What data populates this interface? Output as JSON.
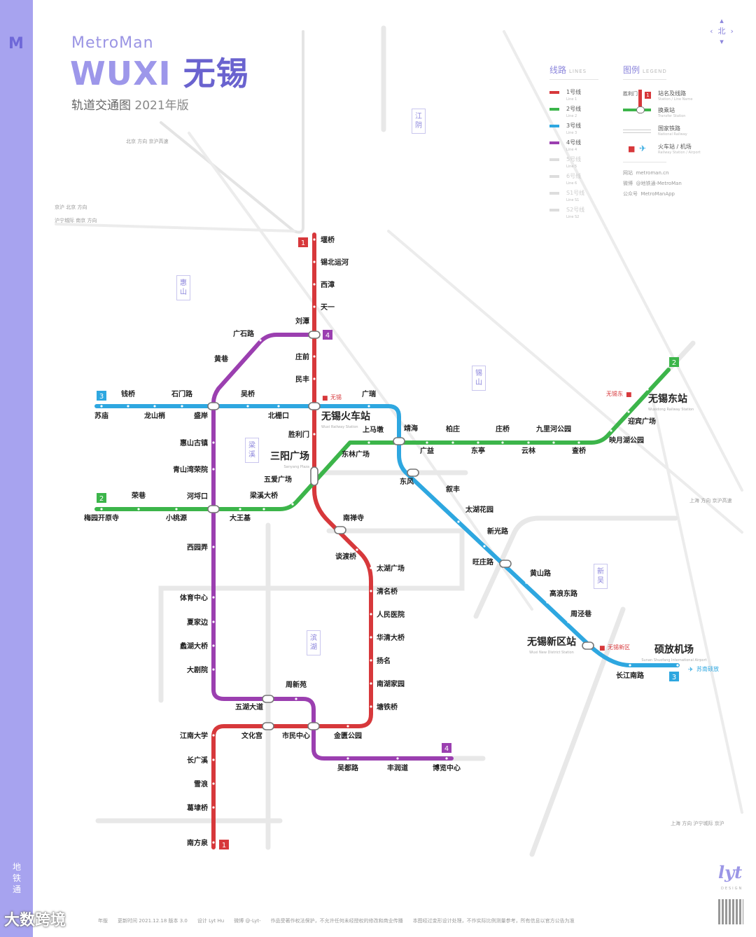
{
  "header": {
    "brand": "MetroMan",
    "title_en": "WUXI",
    "title_cn": "无锡",
    "subtitle": "轨道交通图",
    "edition": "2021年版"
  },
  "sidebar": {
    "logo": "M",
    "text": "地铁通"
  },
  "compass": {
    "label": "北",
    "icon": "compass-arrows-icon"
  },
  "legend": {
    "lines_title": "线路",
    "lines_title_en": "LINES",
    "legend_title": "图例",
    "legend_title_en": "LEGEND",
    "lines": [
      {
        "name": "1号线",
        "en": "Line 1",
        "color": "#d7383b"
      },
      {
        "name": "2号线",
        "en": "Line 2",
        "color": "#3cb54a"
      },
      {
        "name": "3号线",
        "en": "Line 3",
        "color": "#2ea7e0"
      },
      {
        "name": "4号线",
        "en": "Line 4",
        "color": "#9b3fb0"
      },
      {
        "name": "5号线",
        "en": "Line 5",
        "color": "#dddddd"
      },
      {
        "name": "6号线",
        "en": "Line 6",
        "color": "#dddddd"
      },
      {
        "name": "S1号线",
        "en": "Line S1",
        "color": "#dddddd"
      },
      {
        "name": "S2号线",
        "en": "Line S2",
        "color": "#dddddd"
      }
    ],
    "items": [
      {
        "sample": "胜利门",
        "label": "站名及线路",
        "en": "Station / Line Name"
      },
      {
        "label": "换乘站",
        "en": "Transfer Station"
      },
      {
        "label": "国家铁路",
        "en": "National Railway"
      },
      {
        "label": "火车站 / 机场",
        "en": "Railway Station / Airport"
      }
    ],
    "web": [
      {
        "k": "网站",
        "v": "metroman.cn"
      },
      {
        "k": "微博",
        "v": "@地铁通-MetroMan"
      },
      {
        "k": "公众号",
        "v": "MetroManApp"
      }
    ]
  },
  "lines": [
    {
      "id": "1",
      "color": "#d7383b",
      "stations": [
        {
          "name": "堰桥"
        },
        {
          "name": "锡北运河"
        },
        {
          "name": "西漳"
        },
        {
          "name": "天一"
        },
        {
          "name": "刘潭"
        },
        {
          "name": "庄前"
        },
        {
          "name": "民丰"
        },
        {
          "name": "无锡火车站",
          "en": "Wuxi Railway Station"
        },
        {
          "name": "胜利门"
        },
        {
          "name": "三阳广场",
          "en": "Sanyang Plaza"
        },
        {
          "name": "南禅寺"
        },
        {
          "name": "谈渡桥"
        },
        {
          "name": "太湖广场"
        },
        {
          "name": "清名桥"
        },
        {
          "name": "人民医院"
        },
        {
          "name": "华清大桥"
        },
        {
          "name": "扬名"
        },
        {
          "name": "南湖家园"
        },
        {
          "name": "塘铁桥"
        },
        {
          "name": "金匮公园"
        },
        {
          "name": "市民中心"
        },
        {
          "name": "文化宫"
        },
        {
          "name": "江南大学"
        },
        {
          "name": "长广溪"
        },
        {
          "name": "雪浪"
        },
        {
          "name": "葛埭桥"
        },
        {
          "name": "南方泉"
        }
      ]
    },
    {
      "id": "2",
      "color": "#3cb54a",
      "stations": [
        {
          "name": "梅园开原寺"
        },
        {
          "name": "荣巷"
        },
        {
          "name": "小桃源"
        },
        {
          "name": "河埒口"
        },
        {
          "name": "大王基"
        },
        {
          "name": "梁溪大桥"
        },
        {
          "name": "五爱广场"
        },
        {
          "name": "三阳广场"
        },
        {
          "name": "东林广场"
        },
        {
          "name": "上马墩"
        },
        {
          "name": "靖海"
        },
        {
          "name": "广益"
        },
        {
          "name": "柏庄"
        },
        {
          "name": "东亭"
        },
        {
          "name": "庄桥"
        },
        {
          "name": "云林"
        },
        {
          "name": "九里河公园"
        },
        {
          "name": "查桥"
        },
        {
          "name": "映月湖公园"
        },
        {
          "name": "迎宾广场"
        },
        {
          "name": "无锡东站",
          "en": "Wuxidong Railway Station"
        }
      ]
    },
    {
      "id": "3",
      "color": "#2ea7e0",
      "stations": [
        {
          "name": "苏庙"
        },
        {
          "name": "钱桥"
        },
        {
          "name": "龙山梢"
        },
        {
          "name": "石门路"
        },
        {
          "name": "盛岸"
        },
        {
          "name": "吴桥"
        },
        {
          "name": "北栅口"
        },
        {
          "name": "无锡火车站"
        },
        {
          "name": "广瑞"
        },
        {
          "name": "靖海"
        },
        {
          "name": "东风"
        },
        {
          "name": "叙丰"
        },
        {
          "name": "太湖花园"
        },
        {
          "name": "新光路"
        },
        {
          "name": "旺庄路"
        },
        {
          "name": "黄山路"
        },
        {
          "name": "高浪东路"
        },
        {
          "name": "周泾巷"
        },
        {
          "name": "无锡新区站",
          "en": "Wuxi New District Station"
        },
        {
          "name": "长江南路"
        },
        {
          "name": "硕放机场",
          "en": "Sunan Shuofang International Airport"
        }
      ]
    },
    {
      "id": "4",
      "color": "#9b3fb0",
      "stations": [
        {
          "name": "刘潭"
        },
        {
          "name": "广石路"
        },
        {
          "name": "黄巷"
        },
        {
          "name": "盛岸"
        },
        {
          "name": "惠山古镇"
        },
        {
          "name": "青山湾荣院"
        },
        {
          "name": "河埒口"
        },
        {
          "name": "西园弄"
        },
        {
          "name": "体育中心"
        },
        {
          "name": "夏家边"
        },
        {
          "name": "蠡湖大桥"
        },
        {
          "name": "大剧院"
        },
        {
          "name": "五湖大道"
        },
        {
          "name": "周新苑"
        },
        {
          "name": "市民中心"
        },
        {
          "name": "吴都路"
        },
        {
          "name": "丰润道"
        },
        {
          "name": "博览中心"
        }
      ]
    }
  ],
  "districts": [
    "江阴",
    "惠山",
    "梁溪",
    "锡山",
    "滨湖",
    "新吴"
  ],
  "rail_stations": [
    {
      "name": "无锡",
      "type": "railway",
      "color": "#d7383b"
    },
    {
      "name": "无锡东",
      "type": "railway",
      "color": "#d7383b"
    },
    {
      "name": "无锡新区",
      "type": "railway",
      "color": "#d7383b"
    },
    {
      "name": "苏南硕放",
      "type": "airport",
      "color": "#2ea7e0"
    }
  ],
  "roads": [
    "北京 方向 京沪高速",
    "京沪 北京 方向",
    "沪宁城际 南京 方向",
    "上海 方向 京沪高速",
    "上海 方向 沪宁城际 京沪"
  ],
  "footer": [
    "年版",
    "更新时间 2021.12.18 版本 3.0",
    "设计 Lyt Hu",
    "微博 @-Lyt-",
    "作品受著作权法保护，不允许任何未经授权的修改和商业传播",
    "本图经过变形设计处理，不作实际比例测量参考，所有信息以官方公告为准"
  ],
  "designer_logo": "lyt",
  "designer_sub": "DESIGN",
  "watermark": "大数跨境"
}
